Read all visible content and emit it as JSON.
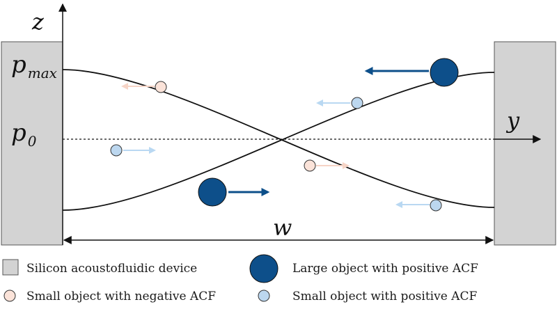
{
  "axes": {
    "vertical_label": "z",
    "horizontal_label": "y",
    "width_label": "w",
    "pmax_main": "p",
    "pmax_sub": "max",
    "p0_main": "p",
    "p0_sub": "0"
  },
  "legend": {
    "device": "Silicon acoustofluidic device",
    "large_positive": "Large object with positive ACF",
    "small_negative": "Small object with negative ACF",
    "small_positive": "Small object with positive ACF"
  },
  "colors": {
    "wall": "#d3d3d3",
    "large_positive": "#0d4f8a",
    "small_positive": "#bcd7ef",
    "small_negative": "#fbe3d9",
    "arrow_positive_small": "#b9d8f2",
    "arrow_negative_small": "#f6d4c6",
    "arrow_large": "#0d4f8a",
    "line": "#111111"
  },
  "icons": {
    "large_positive": "large-positive-acf-particle-icon",
    "small_positive": "small-positive-acf-particle-icon",
    "small_negative": "small-negative-acf-particle-icon",
    "device": "silicon-device-wall-icon"
  }
}
